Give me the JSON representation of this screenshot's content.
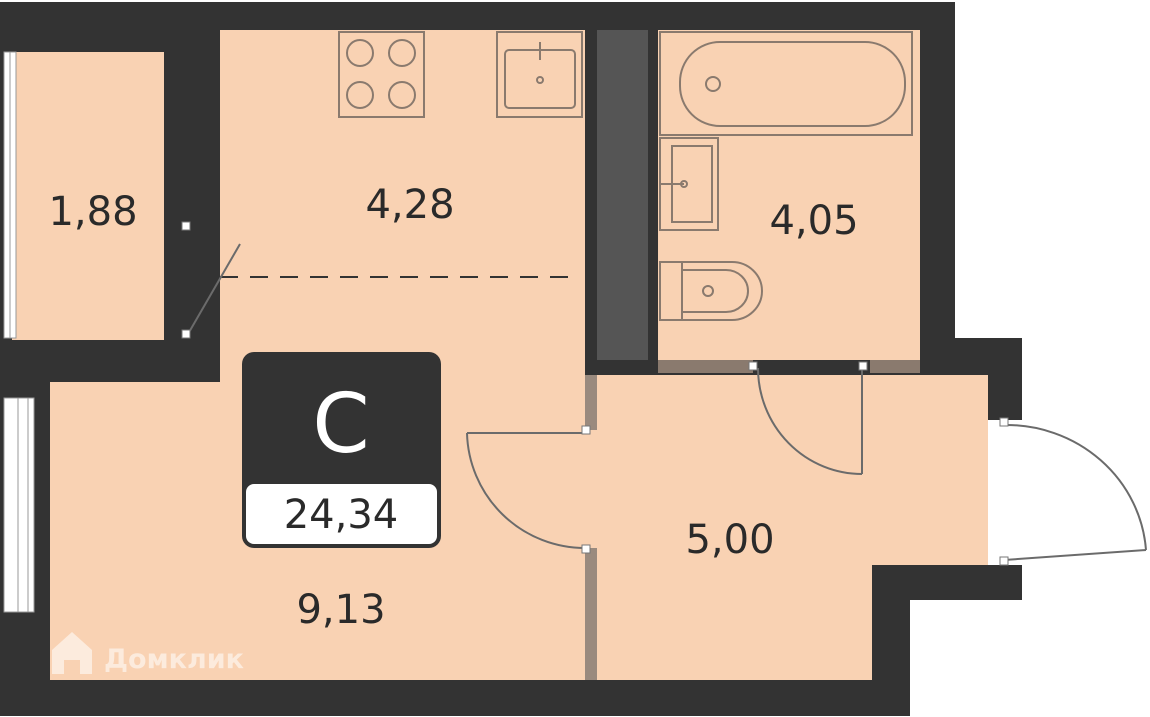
{
  "unit": {
    "type_letter": "С",
    "total_area": "24,34"
  },
  "rooms": [
    {
      "id": "balcony",
      "area": "1,88"
    },
    {
      "id": "kitchen",
      "area": "4,28"
    },
    {
      "id": "bathroom",
      "area": "4,05"
    },
    {
      "id": "hallway",
      "area": "5,00"
    },
    {
      "id": "living-room",
      "area": "9,13"
    }
  ],
  "colors": {
    "wall": "#333333",
    "room_fill": "#f9d2b3",
    "badge_dark": "#333333",
    "badge_light": "#ffffff"
  },
  "watermark": "Домклик"
}
